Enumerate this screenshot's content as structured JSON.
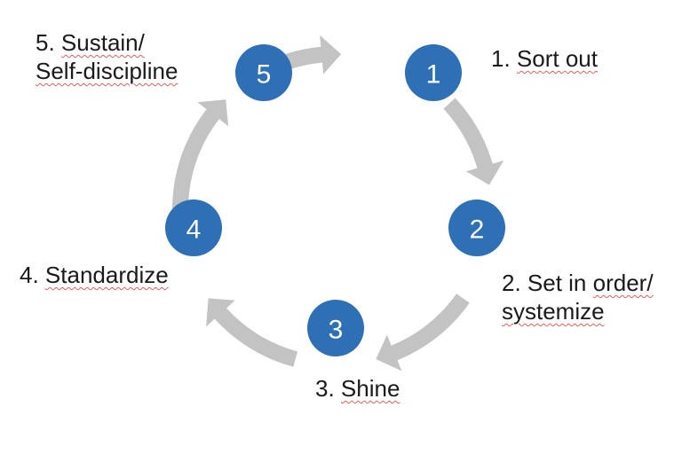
{
  "diagram": {
    "nodes": [
      {
        "number": "1"
      },
      {
        "number": "2"
      },
      {
        "number": "3"
      },
      {
        "number": "4"
      },
      {
        "number": "5"
      }
    ],
    "labels": {
      "step1_prefix": "1. ",
      "step1_main": "Sort out",
      "step2_line1_prefix": "2. Set in ",
      "step2_line1_main": "order/",
      "step2_line2": "systemize",
      "step3_prefix": "3. ",
      "step3_main": "Shine",
      "step4_prefix": "4. ",
      "step4_main": "Standardize",
      "step5_line1_prefix": "5. ",
      "step5_line1_main": "Sustain/",
      "step5_line2": "Self-discipline"
    },
    "colors": {
      "node_fill": "#2e6fb5",
      "arrow_fill": "#c3c3c3",
      "text": "#1a1a1a"
    }
  }
}
